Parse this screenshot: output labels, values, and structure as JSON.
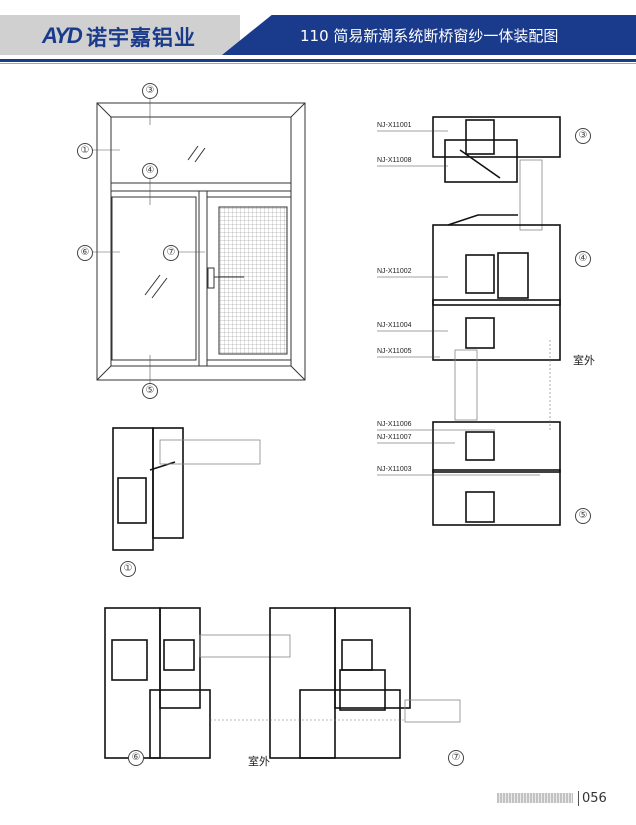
{
  "header": {
    "logo_mark": "AYD",
    "brand": "诺宇嘉铝业",
    "title": "110 简易新潮系统断桥窗纱一体装配图"
  },
  "elevation": {
    "labels": [
      "③",
      "①",
      "④",
      "⑥",
      "⑦",
      "⑤"
    ]
  },
  "section_right": {
    "codes": [
      "NJ-X11001",
      "NJ-X11008",
      "NJ-X11002",
      "NJ-X11004",
      "NJ-X11005",
      "NJ-X11006",
      "NJ-X11007",
      "NJ-X11003"
    ],
    "labels": [
      "③",
      "④",
      "⑤"
    ],
    "outdoor": "室外"
  },
  "section_left": {
    "label": "①"
  },
  "section_bottom": {
    "label_left": "⑥",
    "label_right": "⑦",
    "outdoor": "室外"
  },
  "footer": {
    "page": "056"
  },
  "colors": {
    "brand": "#1a3a8c",
    "gray": "#d0d0d0"
  }
}
